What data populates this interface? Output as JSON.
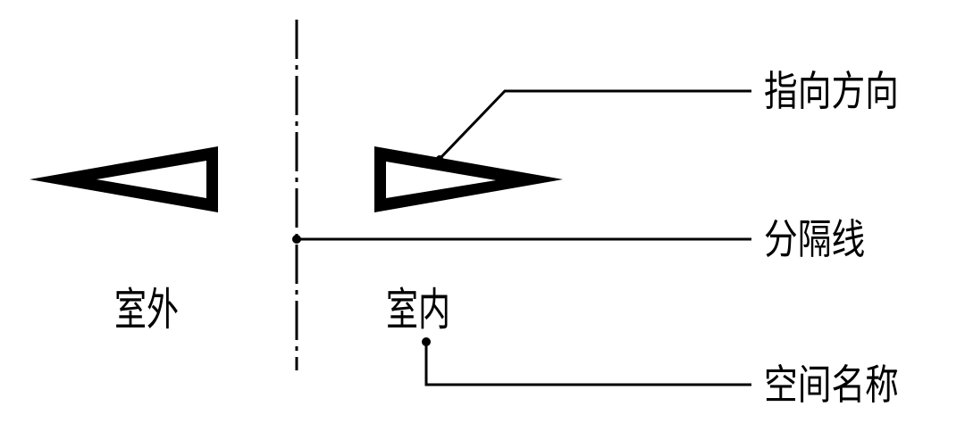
{
  "diagram": {
    "type": "legend-annotation",
    "background": "#ffffff",
    "stroke_color": "#000000",
    "symbols": [
      {
        "name": "outdoor-arrow",
        "direction": "left",
        "shape": "hollow-triangle"
      },
      {
        "name": "indoor-arrow",
        "direction": "right",
        "shape": "hollow-triangle"
      }
    ],
    "separator": {
      "style": "dash-dot",
      "orientation": "vertical"
    },
    "space_labels": {
      "outdoor": "室外",
      "indoor": "室内"
    },
    "callouts": [
      {
        "id": "direction",
        "label": "指向方向",
        "target": "indoor-arrow"
      },
      {
        "id": "separator",
        "label": "分隔线",
        "target": "separator-line"
      },
      {
        "id": "space-name",
        "label": "空间名称",
        "target": "indoor-label"
      }
    ]
  }
}
